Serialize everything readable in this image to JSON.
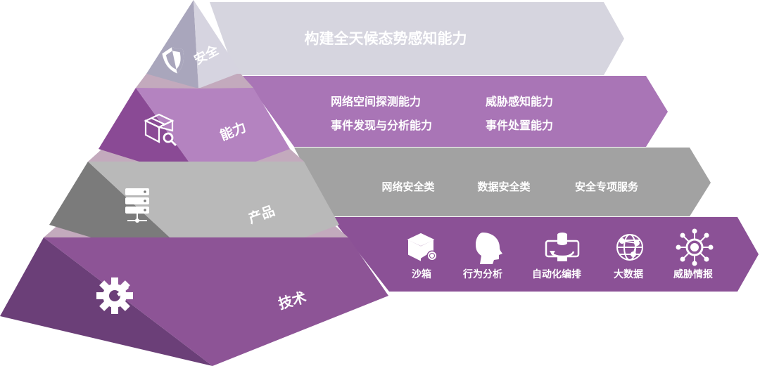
{
  "tiers": {
    "security": {
      "label": "安全",
      "icon": "shield-icon",
      "banner": {
        "title": "构建全天候态势感知能力"
      }
    },
    "capability": {
      "label": "能力",
      "icon": "box-search-icon",
      "banner": {
        "items": [
          "网络空间探测能力",
          "威胁感知能力",
          "事件发现与分析能力",
          "事件处置能力"
        ]
      }
    },
    "product": {
      "label": "产品",
      "icon": "server-icon",
      "banner": {
        "items": [
          "网络安全类",
          "数据安全类",
          "安全专项服务"
        ]
      }
    },
    "technology": {
      "label": "技术",
      "icon": "gear-icon",
      "banner": {
        "items": [
          {
            "label": "沙箱",
            "icon": "sandbox-icon"
          },
          {
            "label": "行为分析",
            "icon": "head-profile-icon"
          },
          {
            "label": "自动化编排",
            "icon": "automation-icon"
          },
          {
            "label": "大数据",
            "icon": "globe-network-icon"
          },
          {
            "label": "威胁情报",
            "icon": "virus-threat-icon"
          }
        ]
      }
    }
  },
  "colors": {
    "top_left": "#a9a6bc",
    "top_right": "#d6d4e0",
    "purple_left": "#8a4a95",
    "purple_right": "#b483c0",
    "gray_left": "#7b7b7b",
    "gray_right": "#b9b9b9",
    "tech_left": "#6b3f78",
    "tech_right": "#8d5496",
    "banner_top": "#d6d5df",
    "banner_capability": "#a975b6",
    "banner_product": "#a2a2a2",
    "banner_technology": "#8b5196",
    "ledge": "#c3aabd"
  }
}
